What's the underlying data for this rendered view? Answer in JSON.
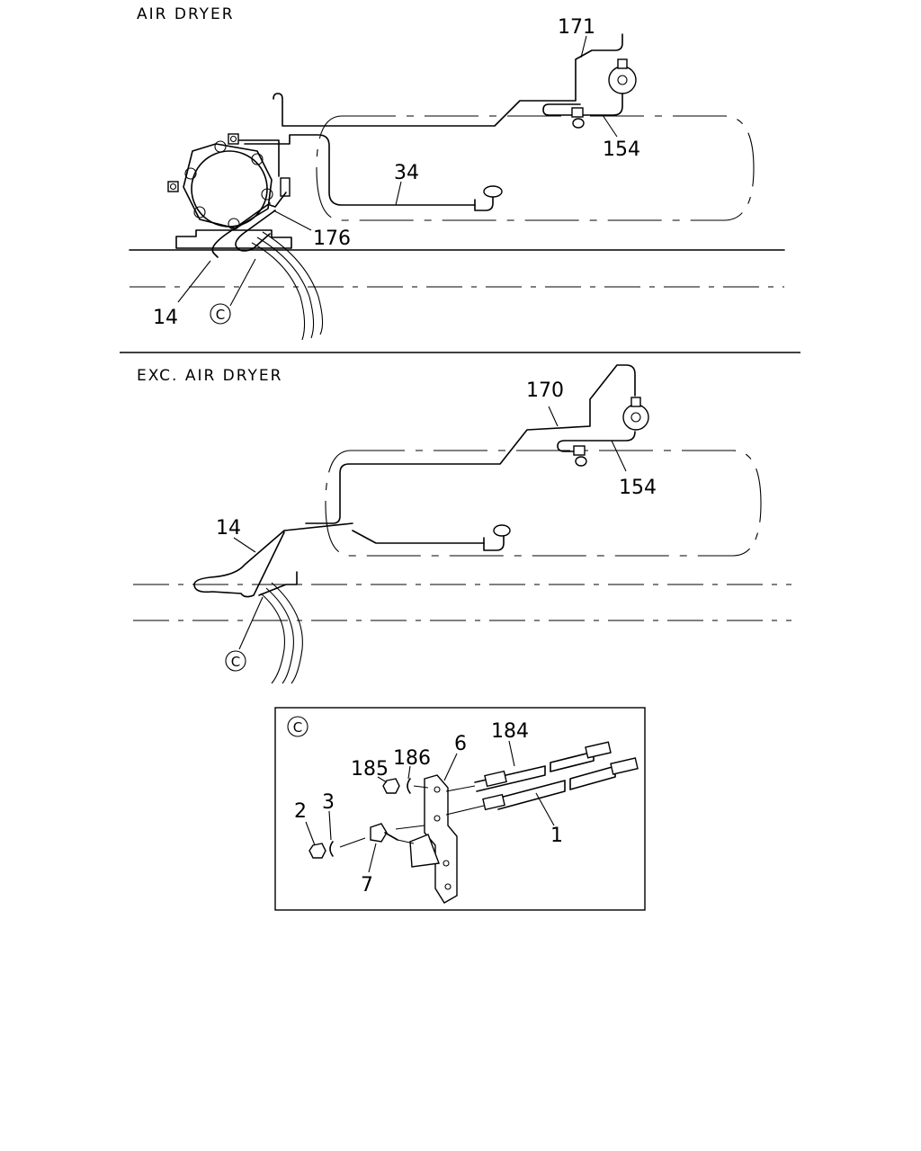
{
  "sections": {
    "air_dryer": {
      "title": "AIR DRYER",
      "callouts": {
        "p171": "171",
        "p154": "154",
        "p34": "34",
        "p176": "176",
        "p14": "14",
        "detail_ref": "C"
      }
    },
    "exc_air_dryer": {
      "title": "EXC. AIR DRYER",
      "callouts": {
        "p170": "170",
        "p154": "154",
        "p14": "14",
        "detail_ref": "C"
      }
    },
    "detail_c": {
      "ref": "C",
      "callouts": {
        "p184": "184",
        "p6": "6",
        "p186": "186",
        "p185": "185",
        "p2": "2",
        "p3": "3",
        "p1": "1",
        "p7": "7"
      }
    }
  }
}
